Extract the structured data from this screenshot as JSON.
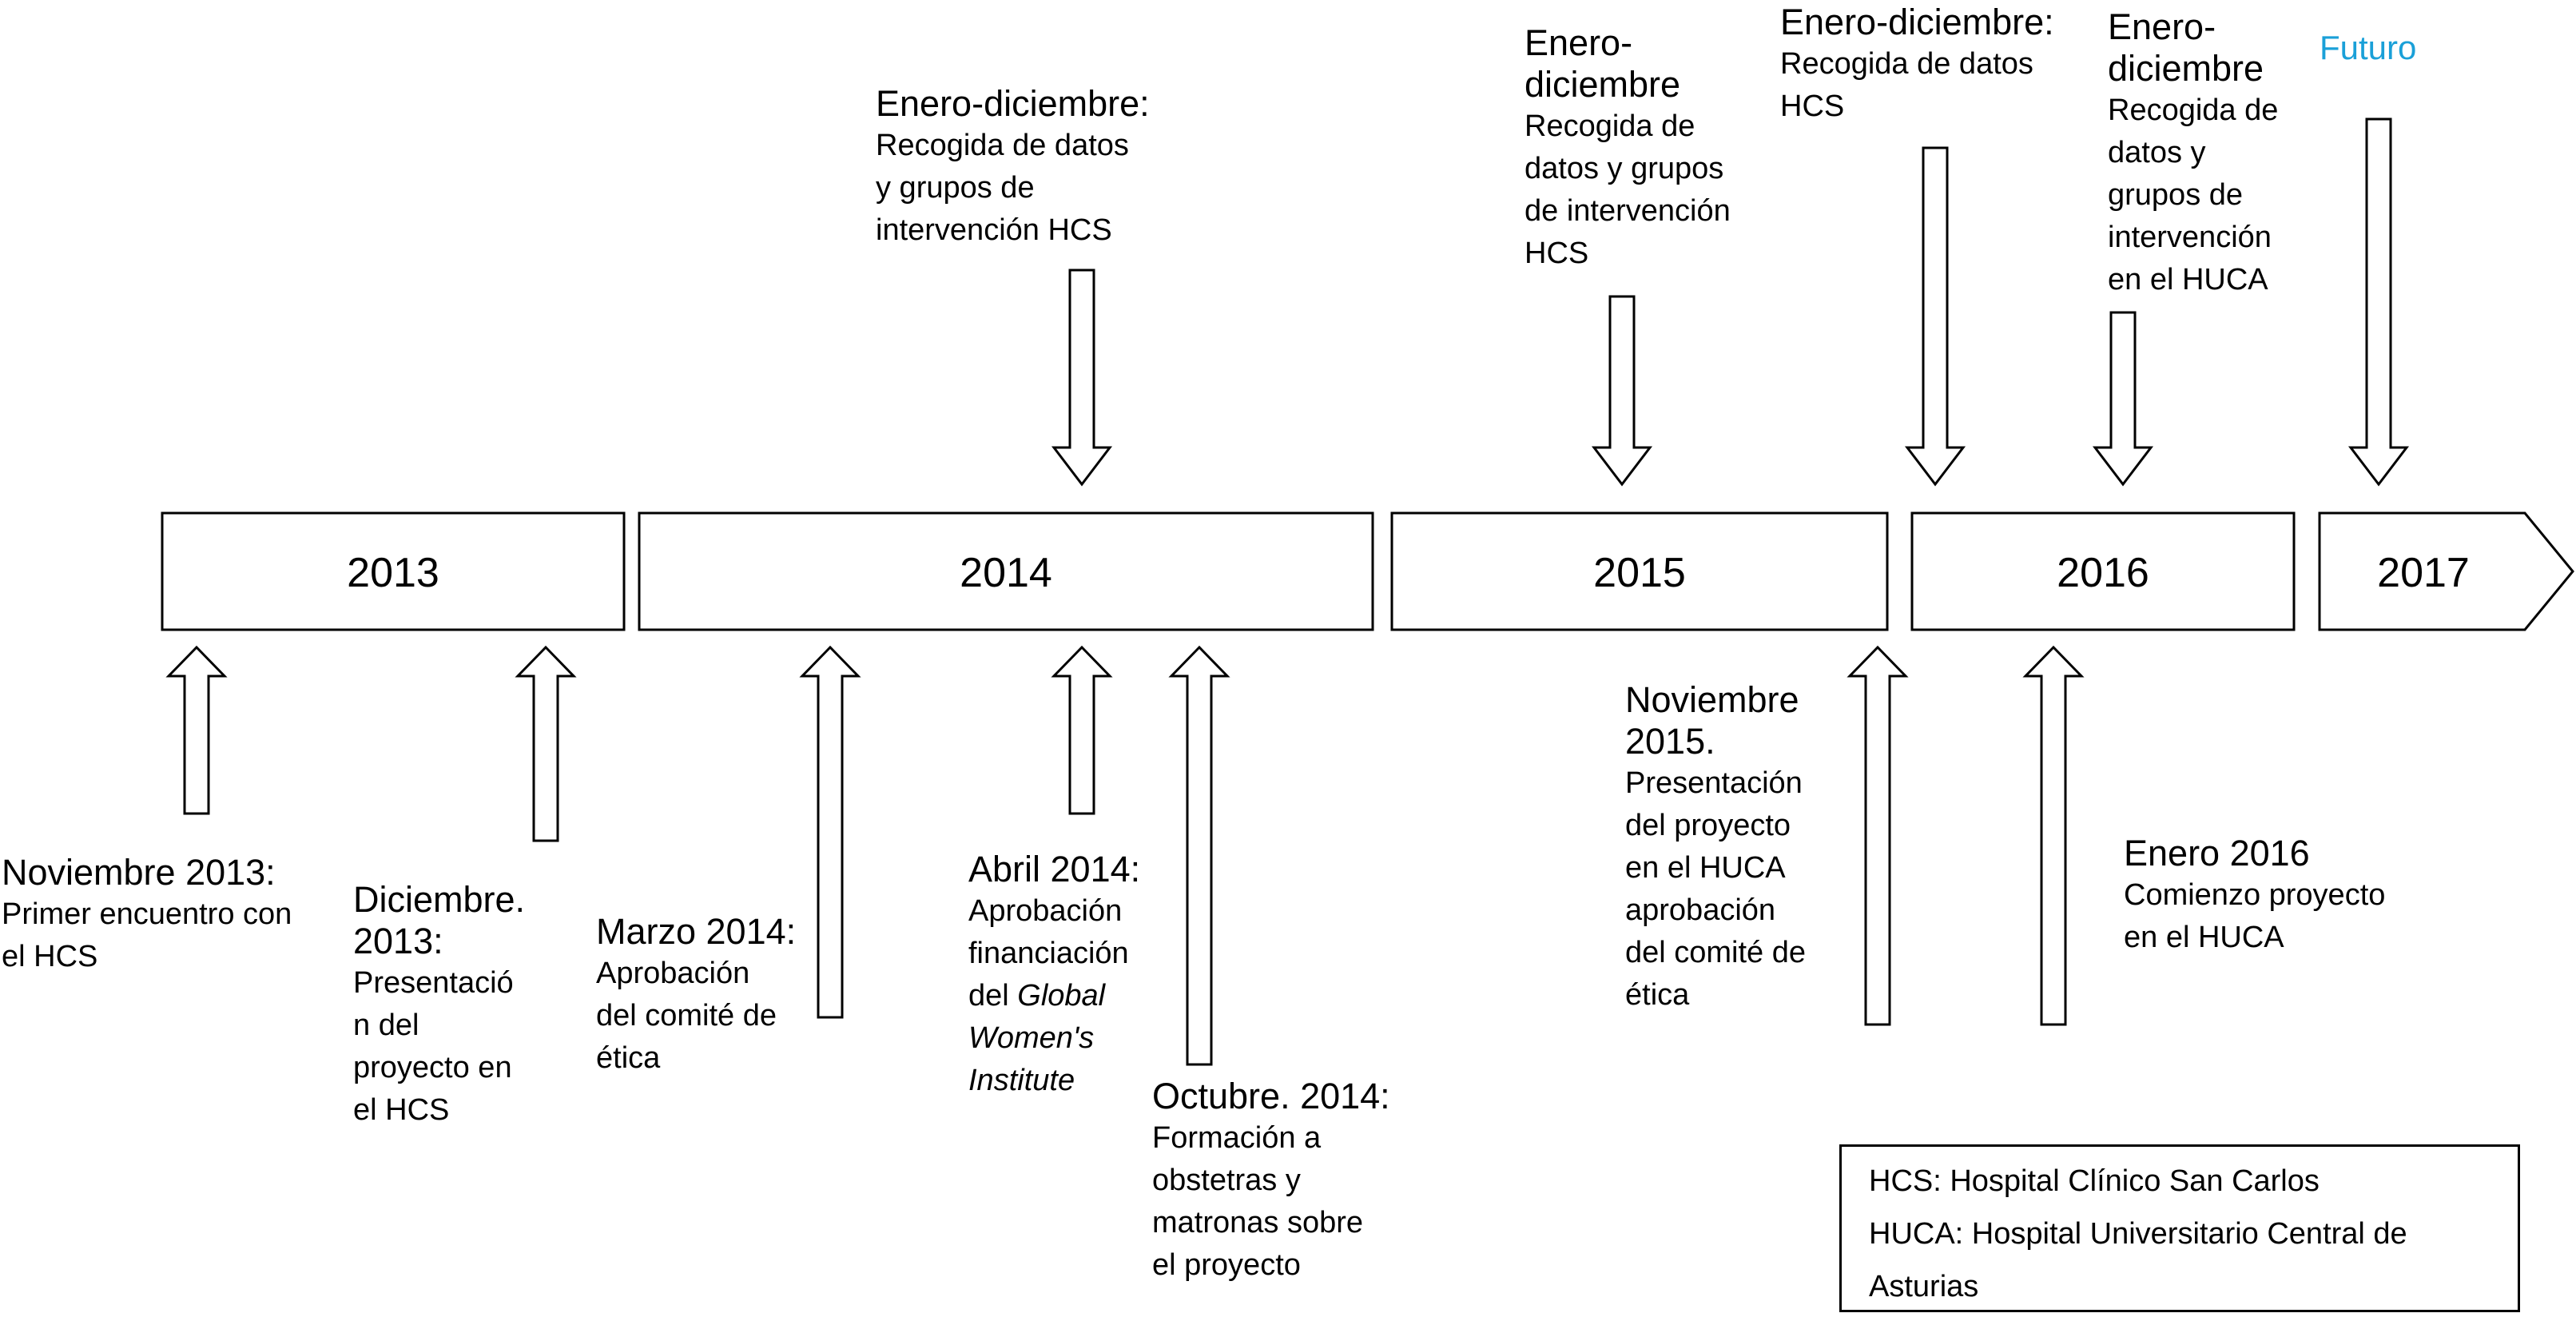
{
  "years": [
    "2013",
    "2014",
    "2015",
    "2016",
    "2017"
  ],
  "future": "Futuro",
  "events_above": [
    {
      "head": "Enero-diciembre:",
      "body": [
        "Recogida de datos",
        "y grupos de",
        "intervención HCS"
      ]
    },
    {
      "head": [
        "Enero-",
        "diciembre"
      ],
      "body": [
        "Recogida de",
        "datos y grupos",
        "de intervención",
        "HCS"
      ]
    },
    {
      "head": "Enero-diciembre:",
      "body": [
        "Recogida de datos",
        "HCS"
      ]
    },
    {
      "head": [
        "Enero-",
        "diciembre"
      ],
      "body": [
        "Recogida de",
        "datos y",
        "grupos de",
        "intervención",
        "en el HUCA"
      ]
    }
  ],
  "events_below": [
    {
      "head": "Noviembre 2013:",
      "body": [
        "Primer encuentro con",
        "el HCS"
      ]
    },
    {
      "head": [
        "Diciembre.",
        "2013:"
      ],
      "body": [
        "Presentació",
        "n del",
        "proyecto en",
        "el HCS"
      ]
    },
    {
      "head": "Marzo 2014:",
      "body": [
        "Aprobación",
        "del comité de",
        "ética"
      ]
    },
    {
      "head": "Abril 2014:",
      "body": [
        "Aprobación",
        "financiación",
        "del",
        "Global",
        "Women's",
        "Institute"
      ]
    },
    {
      "head": "Octubre. 2014:",
      "body": [
        "Formación a",
        "obstetras y",
        "matronas sobre",
        "el proyecto"
      ]
    },
    {
      "head": [
        "Noviembre",
        "2015."
      ],
      "body": [
        "Presentación",
        "del proyecto",
        "en el HUCA",
        "aprobación",
        "del comité de",
        "ética"
      ]
    },
    {
      "head": "Enero 2016",
      "body": [
        "Comienzo proyecto",
        "en el HUCA"
      ]
    }
  ],
  "legend": [
    "HCS: Hospital Clínico San Carlos",
    "HUCA: Hospital Universitario Central de",
    "Asturias"
  ]
}
